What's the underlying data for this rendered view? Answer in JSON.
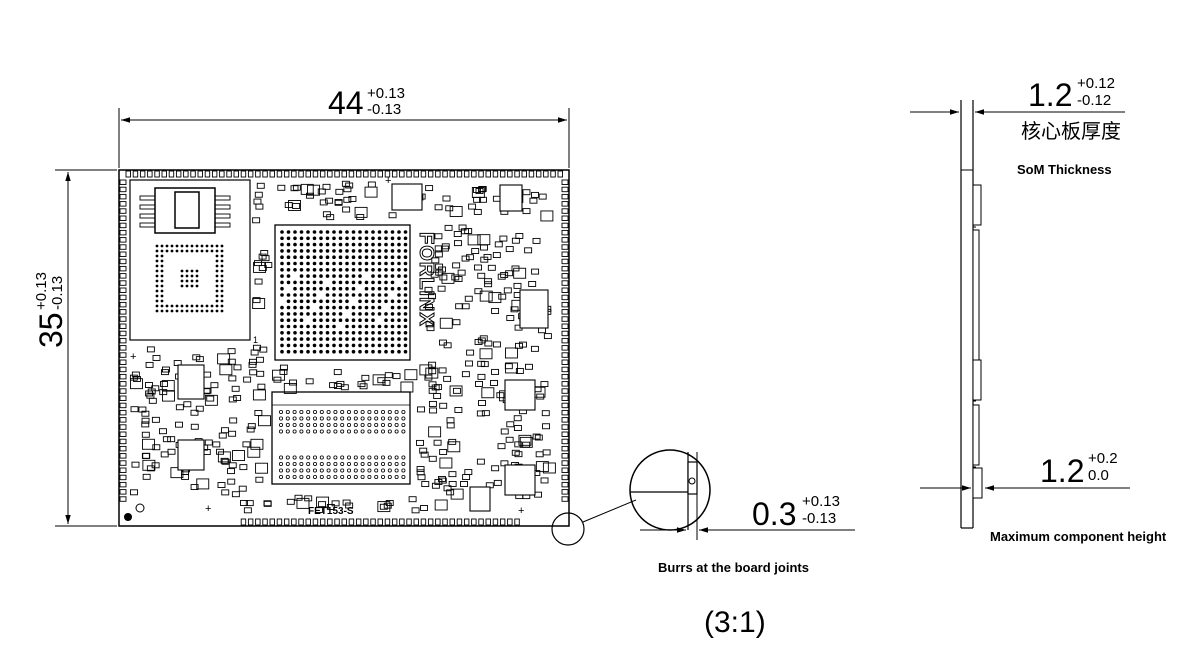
{
  "width_dim": {
    "nominal": "44",
    "plus": "+0.13",
    "minus": "-0.13"
  },
  "height_dim": {
    "nominal": "35",
    "plus": "+0.13",
    "minus": "-0.13"
  },
  "thickness_dim": {
    "nominal": "1.2",
    "plus": "+0.12",
    "minus": "-0.12",
    "label_cn": "核心板厚度",
    "label_en": "SoM Thickness"
  },
  "component_dim": {
    "nominal": "1.2",
    "plus": "+0.2",
    "minus": "0.0",
    "label_en": "Maximum component height"
  },
  "burr_dim": {
    "nominal": "0.3",
    "plus": "+0.13",
    "minus": "-0.13",
    "label_en": "Burrs at the board joints"
  },
  "board": {
    "brand": "FORLINX",
    "model": "FET153-S",
    "pin1_mark": "1",
    "plus_marks": [
      "+",
      "+",
      "+",
      "+"
    ]
  },
  "scale_label": "(3:1)"
}
